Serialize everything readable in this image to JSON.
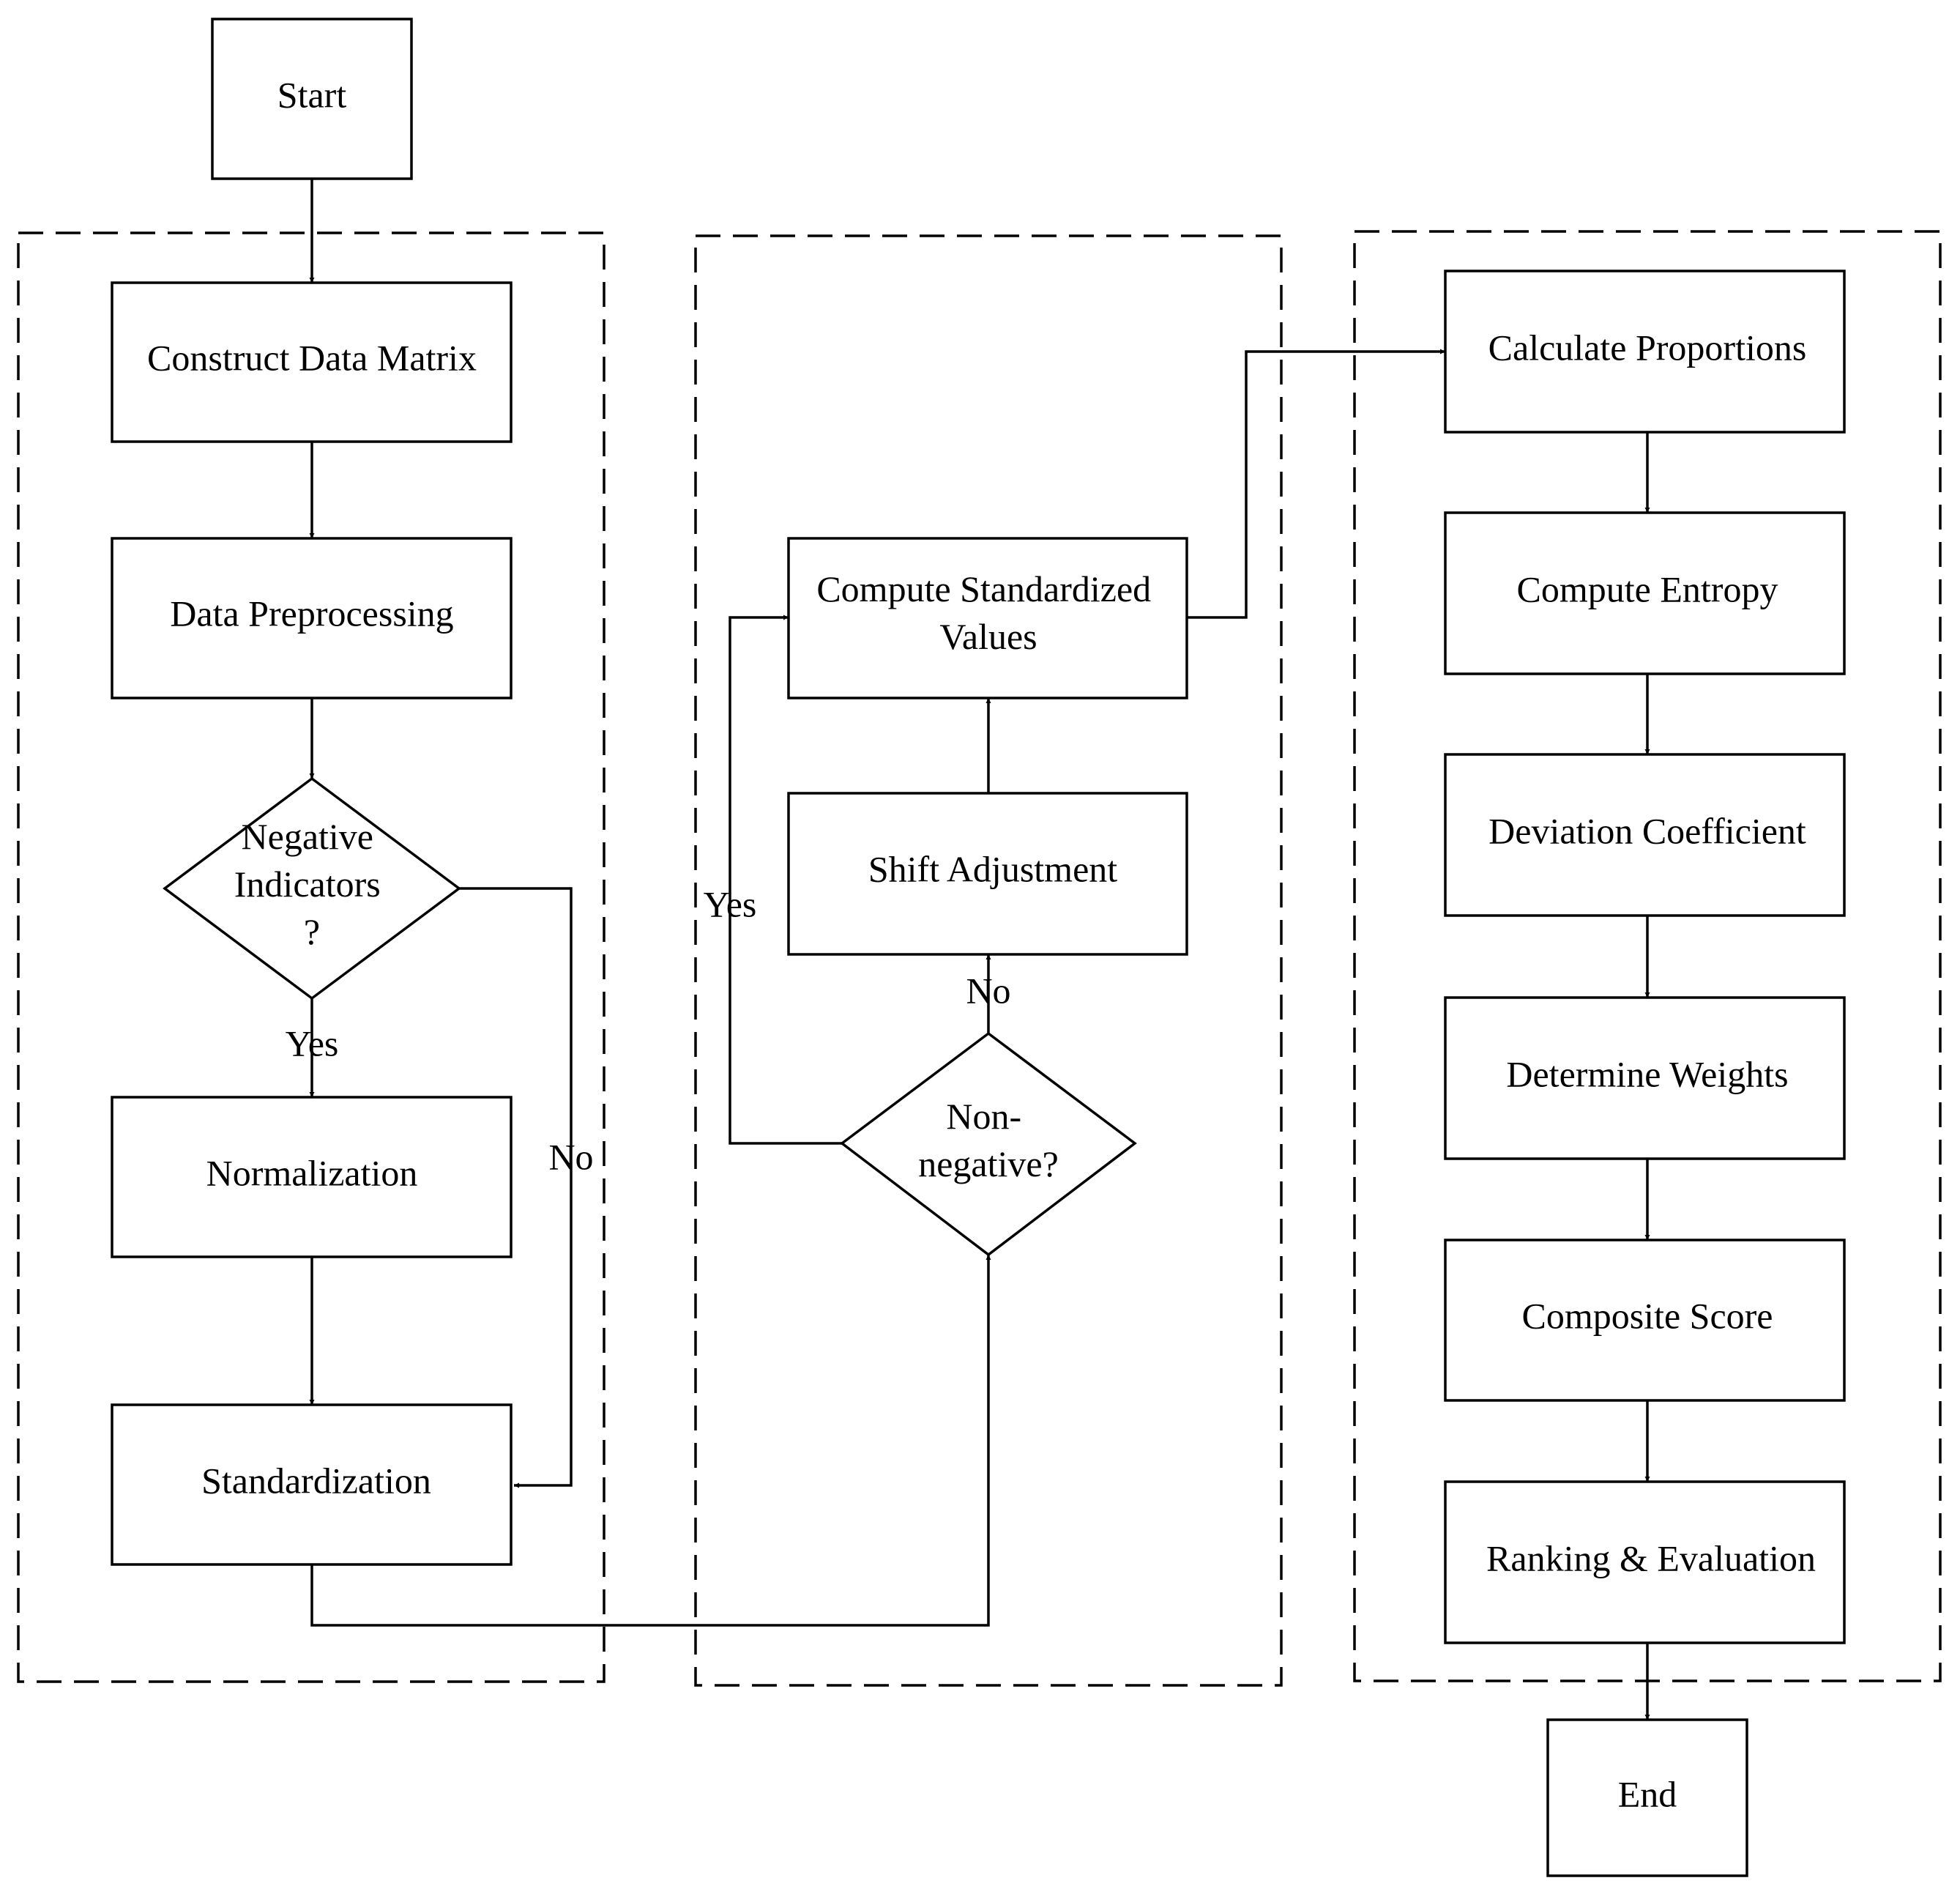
{
  "nodes": {
    "start": "Start",
    "construct": "Construct Data Matrix",
    "preprocess": "Data Preprocessing",
    "negative": [
      "Negative",
      "Indicators",
      "?"
    ],
    "normalization": "Normalization",
    "standardization": "Standardization",
    "nonnegative": [
      "Non-",
      "negative?"
    ],
    "shift": "Shift Adjustment",
    "compute_std": [
      "Compute Standardized",
      "Values"
    ],
    "proportions": "Calculate Proportions",
    "entropy": "Compute Entropy",
    "deviation": "Deviation Coefficient",
    "weights": "Determine Weights",
    "composite": "Composite Score",
    "ranking": "Ranking & Evaluation",
    "end": "End"
  },
  "edge_labels": {
    "negative_yes": "Yes",
    "negative_no": "No",
    "nonnegative_yes": "Yes",
    "nonnegative_no": "No"
  }
}
